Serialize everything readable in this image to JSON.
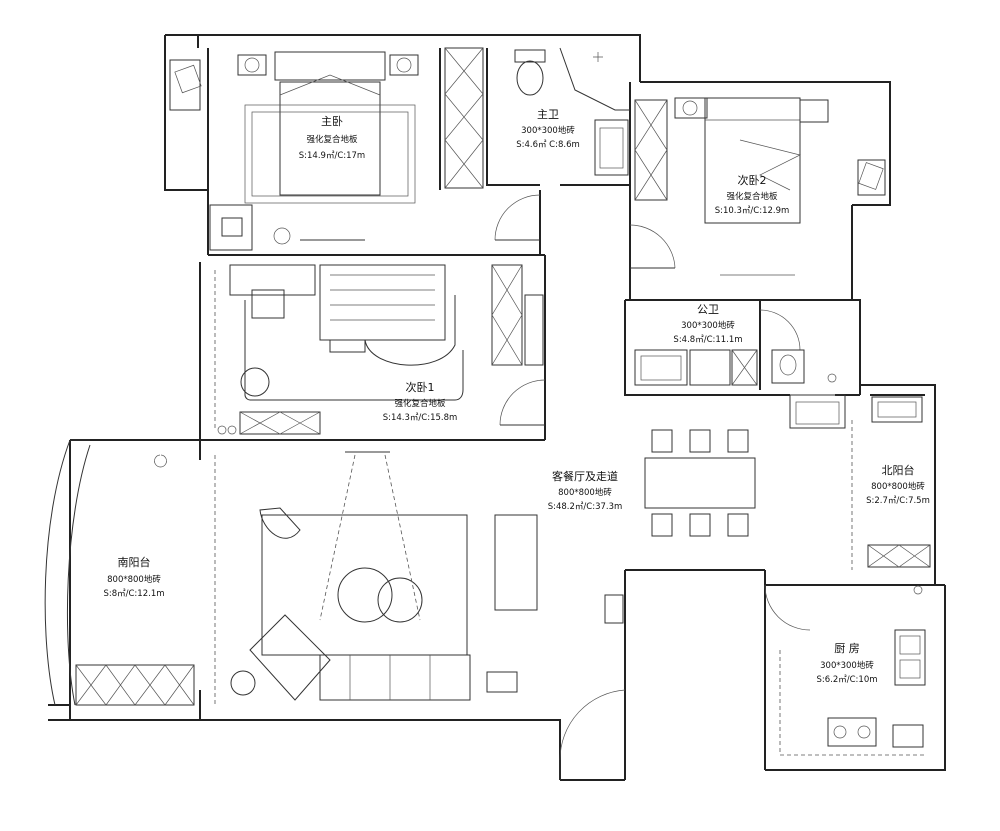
{
  "rooms": [
    {
      "id": "master-bedroom",
      "name": "主卧",
      "floor": "强化复合地板",
      "area": "S:14.9㎡/C:17m"
    },
    {
      "id": "master-bath",
      "name": "主卫",
      "floor": "300*300地砖",
      "area": "S:4.6㎡ C:8.6m"
    },
    {
      "id": "bedroom-2",
      "name": "次卧2",
      "floor": "强化复合地板",
      "area": "S:10.3㎡/C:12.9m"
    },
    {
      "id": "public-bath",
      "name": "公卫",
      "floor": "300*300地砖",
      "area": "S:4.8㎡/C:11.1m"
    },
    {
      "id": "bedroom-1",
      "name": "次卧1",
      "floor": "强化复合地板",
      "area": "S:14.3㎡/C:15.8m"
    },
    {
      "id": "living-dining",
      "name": "客餐厅及走道",
      "floor": "800*800地砖",
      "area": "S:48.2㎡/C:37.3m"
    },
    {
      "id": "north-balcony",
      "name": "北阳台",
      "floor": "800*800地砖",
      "area": "S:2.7㎡/C:7.5m"
    },
    {
      "id": "south-balcony",
      "name": "南阳台",
      "floor": "800*800地砖",
      "area": "S:8㎡/C:12.1m"
    },
    {
      "id": "kitchen",
      "name": "厨 房",
      "floor": "300*300地砖",
      "area": "S:6.2㎡/C:10m"
    }
  ]
}
